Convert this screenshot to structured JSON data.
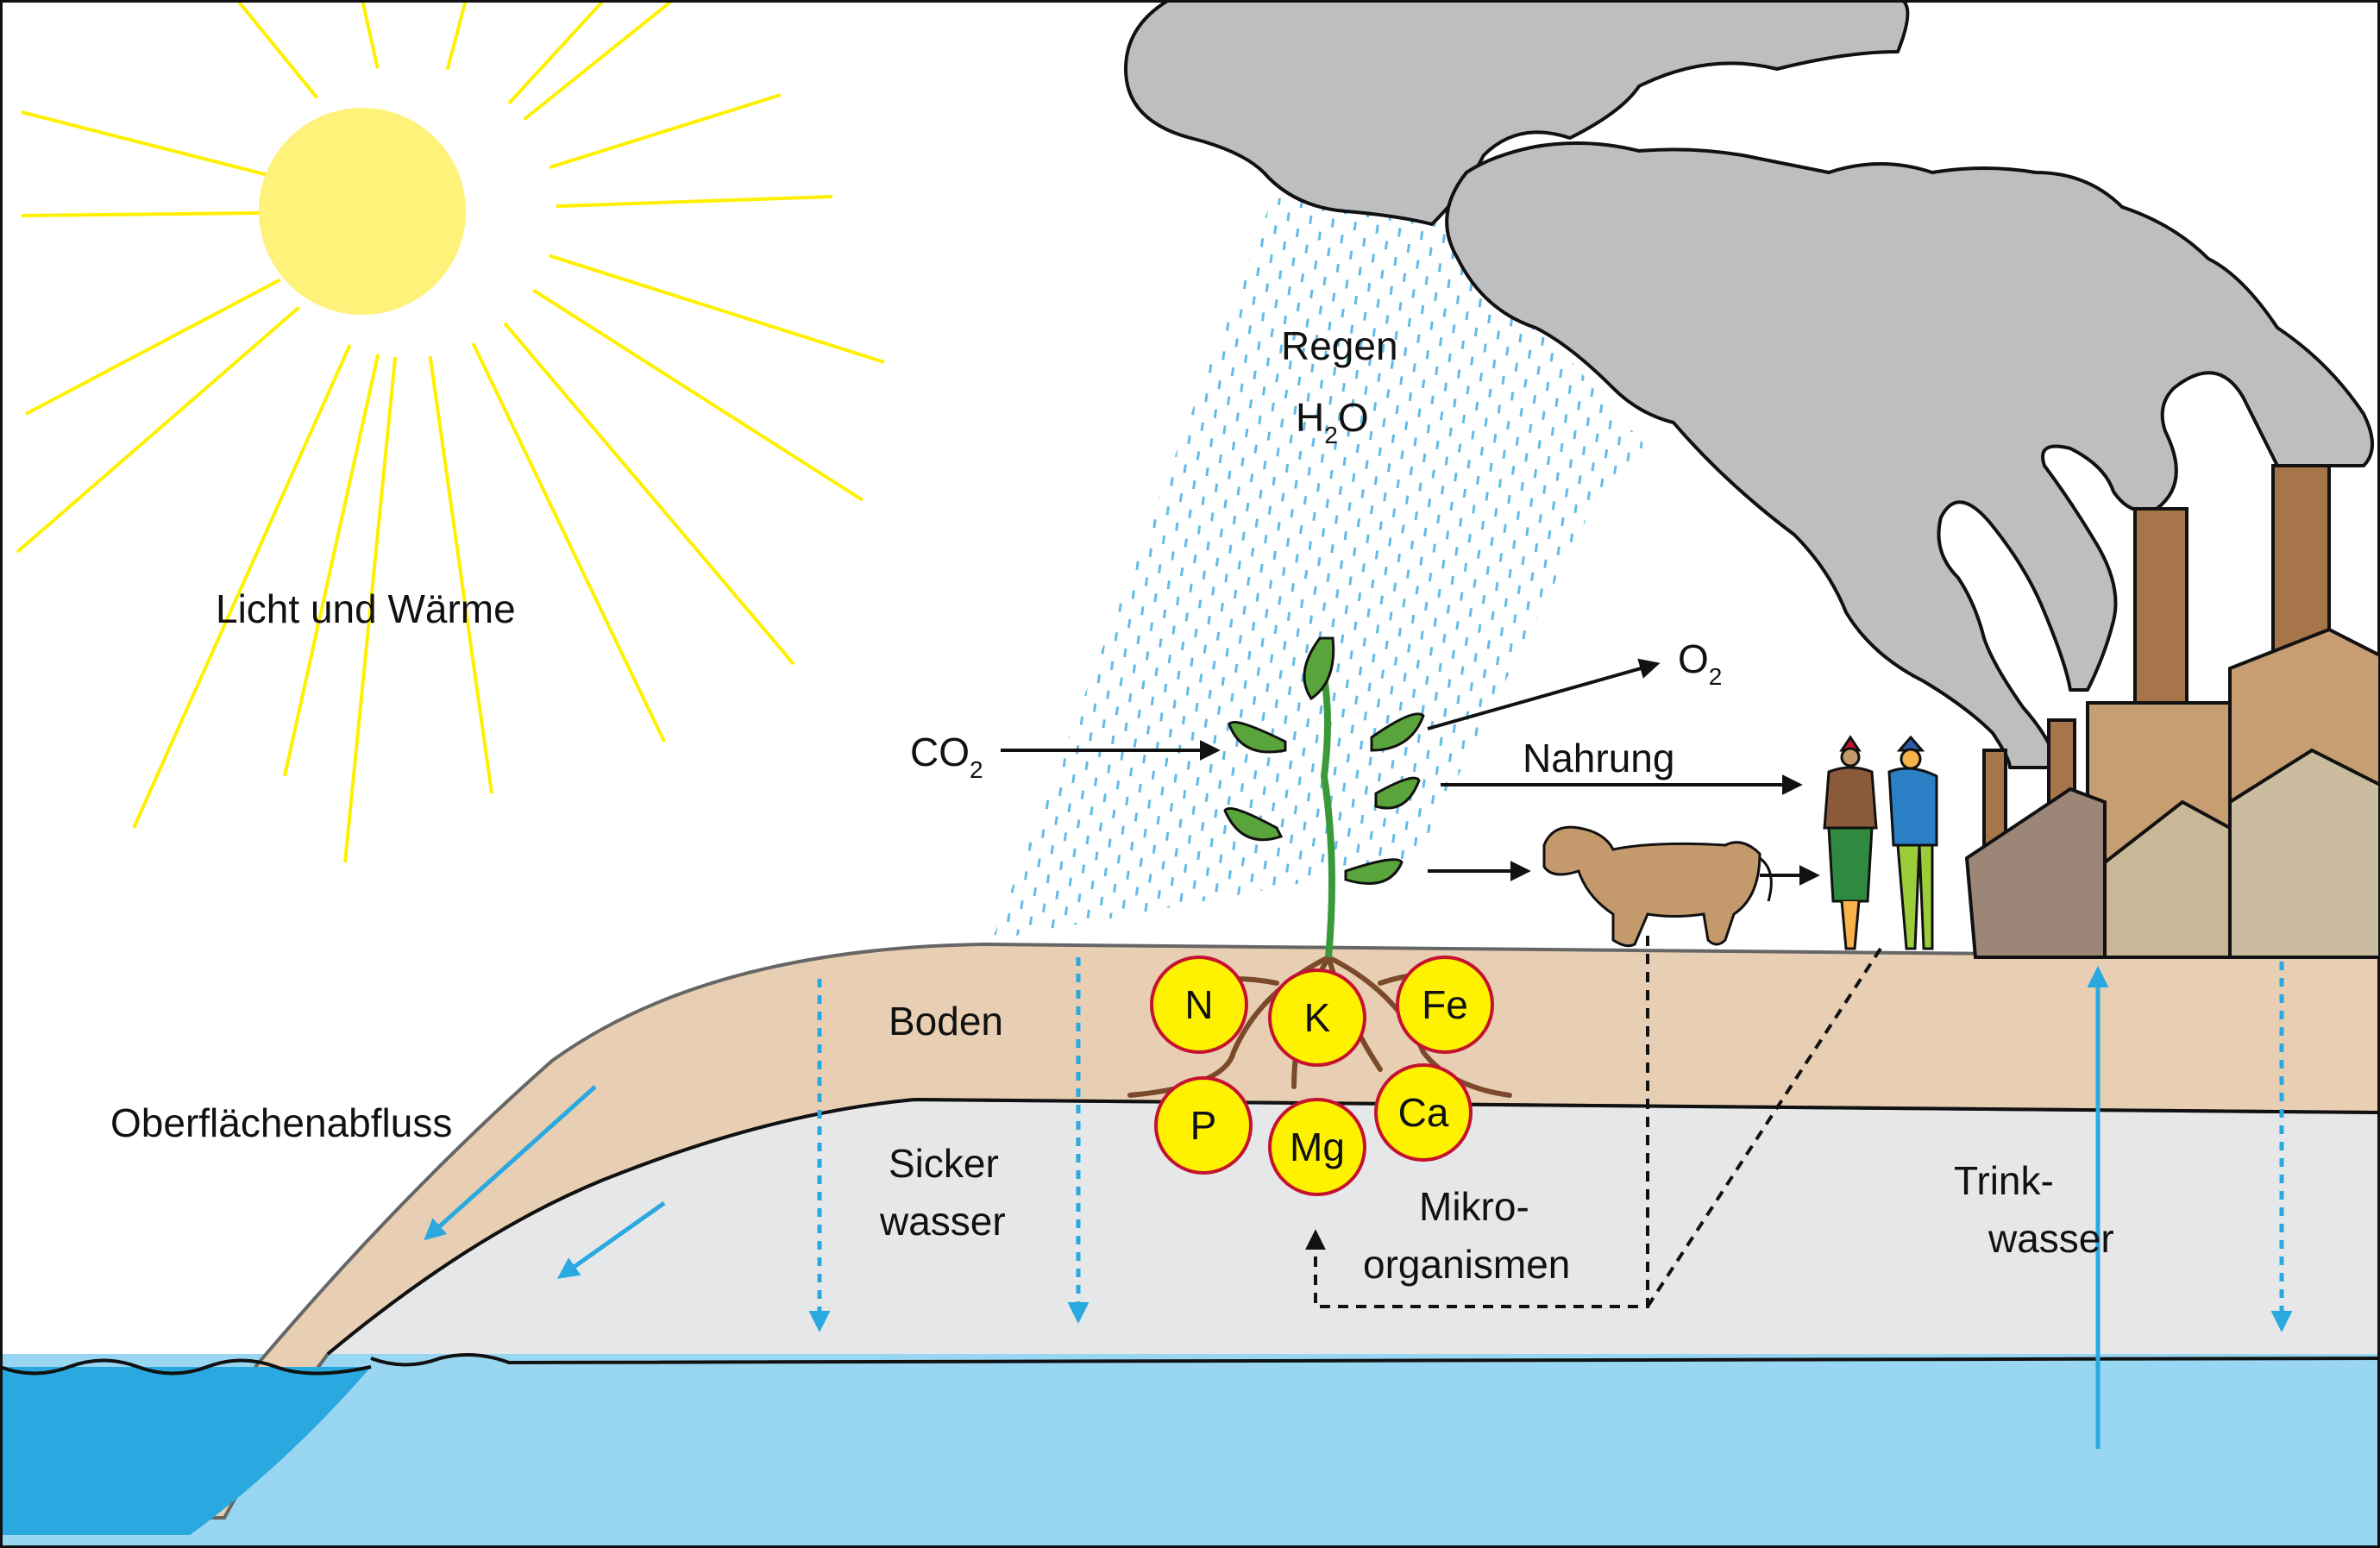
{
  "labels": {
    "sun": "Licht und Wärme",
    "rain_line1": "Regen",
    "rain_h": "H",
    "rain_sub": "2",
    "rain_o": "O",
    "co2_main": "CO",
    "co2_sub": "2",
    "o2_main": "O",
    "o2_sub": "2",
    "food": "Nahrung",
    "soil": "Boden",
    "runoff": "Oberflächenabfluss",
    "seepage_line1": "Sicker",
    "seepage_line2": "wasser",
    "microbes_line1": "Mikro-",
    "microbes_line2": "organismen",
    "drinking_line1": "Trink-",
    "drinking_line2": "wasser"
  },
  "nutrients": [
    "N",
    "K",
    "Fe",
    "P",
    "Mg",
    "Ca"
  ],
  "colors": {
    "sun": "#fff27a",
    "sun_rays": "#fff000",
    "cloud": "#bdbec0",
    "soil": "#e8cfb4",
    "seepage_zone": "#e6e7e8",
    "groundwater": "#98d6f1",
    "sea": "#29a9e0",
    "water_arrow": "#29a9e0",
    "rain": "#5ab8e6",
    "leaf": "#5aa43c",
    "stem": "#3a9a3a",
    "root": "#7a4a2a",
    "nutrient_fill": "#fff200",
    "nutrient_border": "#c4122f",
    "cow": "#c49a6c",
    "factory_brown": "#a6764a",
    "house_gray": "#9c8678"
  }
}
